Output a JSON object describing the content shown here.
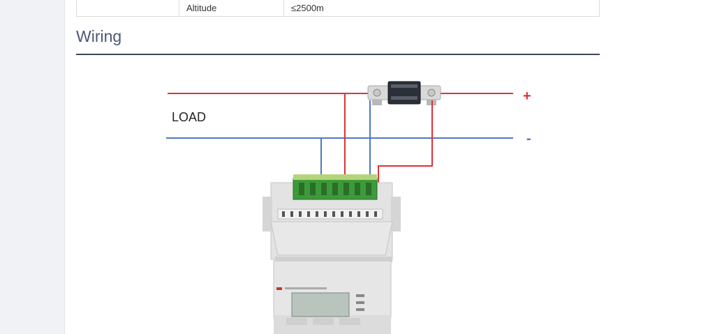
{
  "spec_table": {
    "rows": [
      {
        "c1": "",
        "c2": "Altitude",
        "c3": "≤2500m"
      }
    ]
  },
  "section": {
    "title": "Wiring"
  },
  "diagram": {
    "load_label": "LOAD",
    "plus_label": "+",
    "minus_label": "-",
    "colors": {
      "positive_wire": "#e0303a",
      "negative_wire": "#4f77c0",
      "terminal_green": "#3d9a3a",
      "meter_body": "#dedede"
    }
  }
}
